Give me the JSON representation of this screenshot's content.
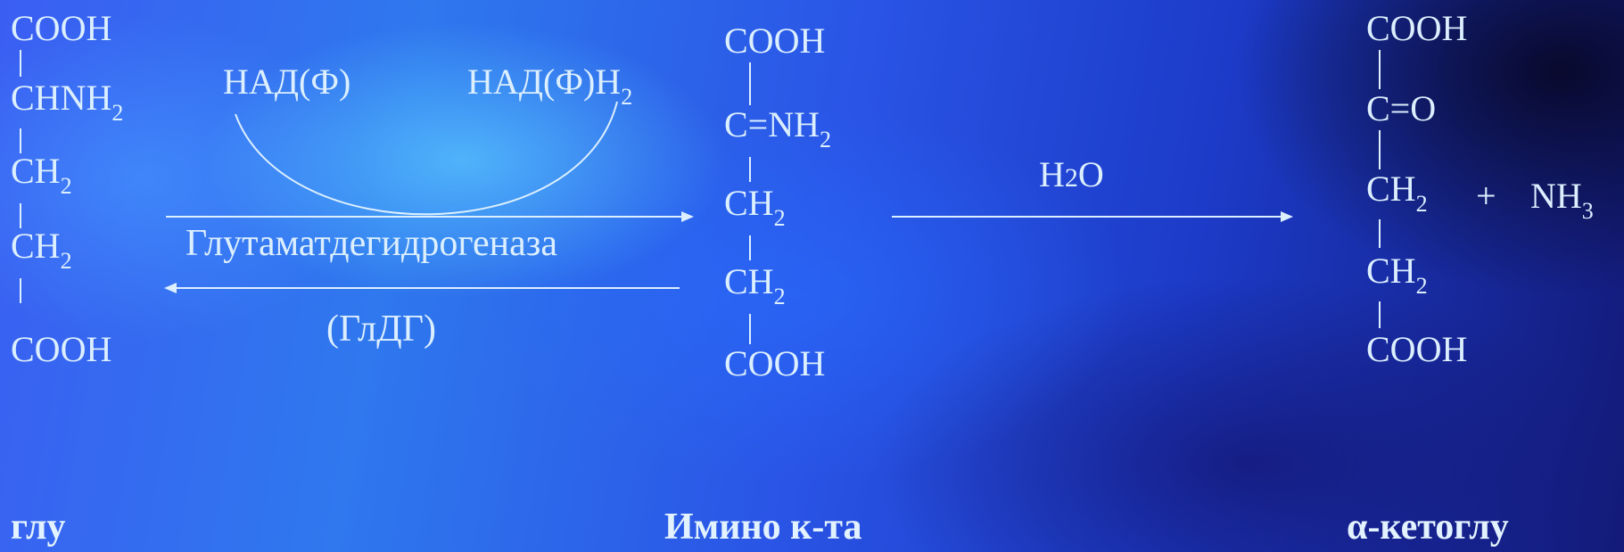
{
  "glu": {
    "rows": [
      {
        "base": "COOH",
        "sub": ""
      },
      {
        "base": "CHNH",
        "sub": "2"
      },
      {
        "base": "CH",
        "sub": "2"
      },
      {
        "base": "CH",
        "sub": "2"
      },
      {
        "base": "COOH",
        "sub": ""
      }
    ],
    "label": "глу"
  },
  "imino": {
    "rows": [
      {
        "base": "COOH",
        "sub": ""
      },
      {
        "base": "C=NH",
        "sub": "2"
      },
      {
        "base": "CH",
        "sub": "2"
      },
      {
        "base": "CH",
        "sub": "2"
      },
      {
        "base": "COOH",
        "sub": ""
      }
    ],
    "label": "Имино к-та"
  },
  "ketoglu": {
    "rows": [
      {
        "base": "COOH",
        "sub": ""
      },
      {
        "base": "C=O",
        "sub": ""
      },
      {
        "base": "CH",
        "sub": "2"
      },
      {
        "base": "CH",
        "sub": "2"
      },
      {
        "base": "COOH",
        "sub": ""
      }
    ],
    "label": "α-кетоглу"
  },
  "reaction1": {
    "cofactor_in": "НАД(Ф)",
    "cofactor_out_base": "НАД(Ф)Н",
    "cofactor_out_sub": "2",
    "enzyme_name": "Глутаматдегидрогеназа",
    "enzyme_abbr": "(ГлДГ)"
  },
  "reaction2": {
    "reagent_base": "H",
    "reagent_sub": "2",
    "reagent_rest": "O"
  },
  "byproduct": {
    "plus": "+",
    "base": "NH",
    "sub": "3"
  },
  "colors": {
    "text": "#dcefff",
    "bg_light": "#5ac8ff",
    "bg_mid": "#2a55e6",
    "bg_dark": "#131a78"
  }
}
